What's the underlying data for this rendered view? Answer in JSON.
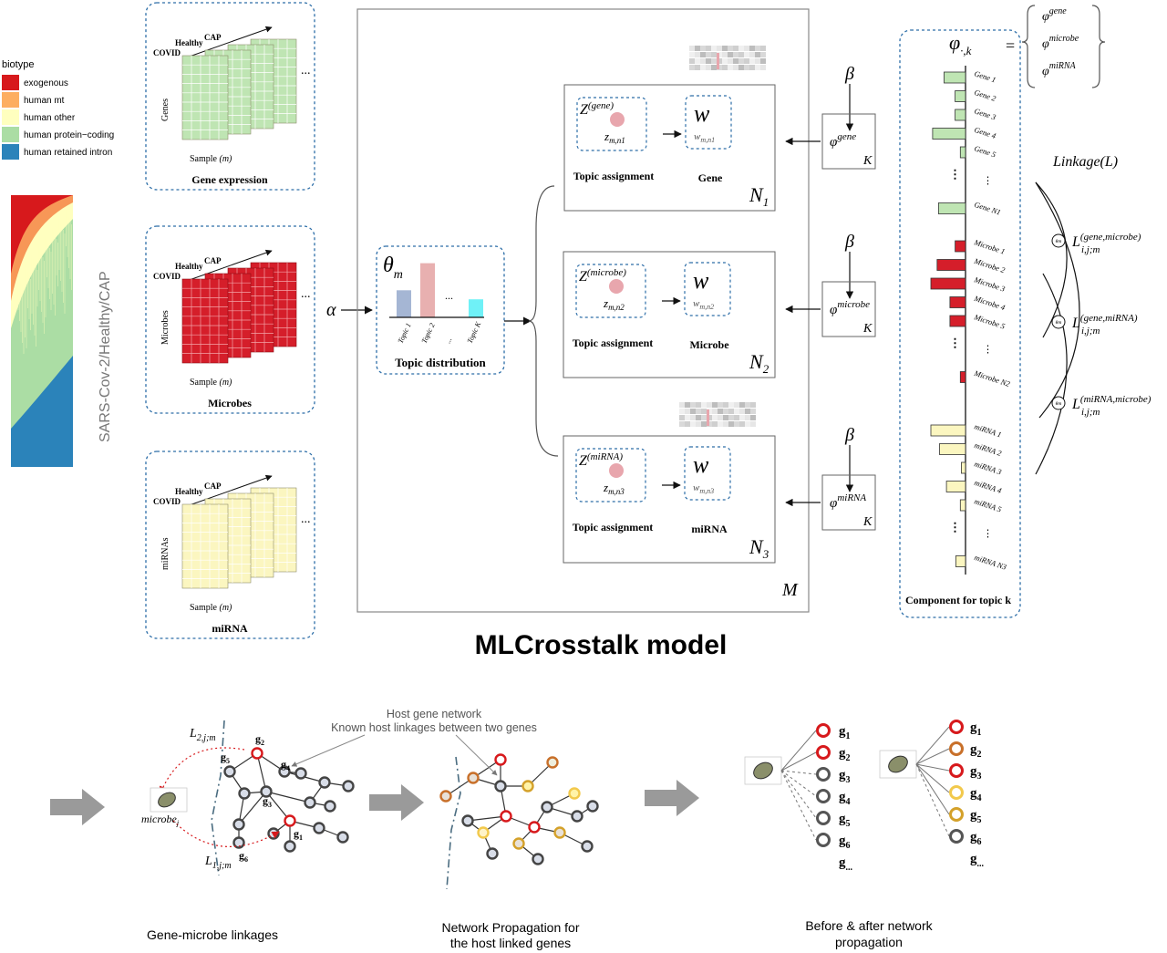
{
  "legend": {
    "title": "biotype",
    "items": [
      {
        "label": "exogenous",
        "color": "#d7191c"
      },
      {
        "label": "human mt",
        "color": "#fdae61"
      },
      {
        "label": "human other",
        "color": "#ffffbf"
      },
      {
        "label": "human protein−coding",
        "color": "#abdda4"
      },
      {
        "label": "human retained intron",
        "color": "#2b83ba"
      }
    ]
  },
  "stack_axis_label": "SARS-Cov-2/Healthy/CAP",
  "inputs": [
    {
      "title": "Gene expression",
      "ylabel": "Genes",
      "sample": "Sample",
      "sample_var": "(m)",
      "color": "#bfe5b3"
    },
    {
      "title": "Microbes",
      "ylabel": "Microbes",
      "sample": "Sample",
      "sample_var": "(m)",
      "color": "#d51e2a"
    },
    {
      "title": "miRNA",
      "ylabel": "miRNAs",
      "sample": "Sample",
      "sample_var": "(m)",
      "color": "#fbf6c0"
    }
  ],
  "sample_groups": [
    "COVID",
    "Healthy",
    "CAP"
  ],
  "ellipsis": "...",
  "alpha": "α",
  "beta": "β",
  "theta": {
    "symbol": "θ",
    "sub": "m"
  },
  "topic_distribution": {
    "title": "Topic distribution",
    "ticks": [
      "Topic 1",
      "Topic 2",
      "...",
      "Topic K"
    ],
    "dots": "...",
    "bars": [
      0.45,
      0.9,
      0.3
    ]
  },
  "plates": [
    {
      "latent": "gene",
      "z_sub": "m,n1",
      "w_sub": "m,n1",
      "assign_label": "Topic assignment",
      "word_label": "Gene",
      "N": "N",
      "N_sub": "1",
      "phi_sup": "gene",
      "K": "K"
    },
    {
      "latent": "microbe",
      "z_sub": "m,n2",
      "w_sub": "m,n2",
      "assign_label": "Topic assignment",
      "word_label": "Microbe",
      "N": "N",
      "N_sub": "2",
      "phi_sup": "microbe",
      "K": "K"
    },
    {
      "latent": "miRNA",
      "z_sub": "m,n3",
      "w_sub": "m,n3",
      "assign_label": "Topic assignment",
      "word_label": "miRNA",
      "N": "N",
      "N_sub": "3",
      "phi_sup": "miRNA",
      "K": "K"
    }
  ],
  "plate_M": "M",
  "component": {
    "title": "Component  for topic k",
    "phi_lhs": "φ",
    "phi_lhs_sub": "·,k",
    "equals": "=",
    "set": [
      "gene",
      "microbe",
      "miRNA"
    ],
    "groups": [
      {
        "color": "#bfe5b3",
        "labels": [
          "Gene 1",
          "Gene 2",
          "Gene 3",
          "Gene 4",
          "Gene 5",
          "Gene N1"
        ],
        "values": [
          0.62,
          0.3,
          0.3,
          0.95,
          0.15,
          0.78
        ]
      },
      {
        "color": "#d51e2a",
        "labels": [
          "Microbe 1",
          "Microbe 2",
          "Microbe 3",
          "Microbe 4",
          "Microbe 5",
          "Microbe N2"
        ],
        "values": [
          0.3,
          0.82,
          1.0,
          0.45,
          0.45,
          0.15
        ]
      },
      {
        "color": "#fbf6c0",
        "labels": [
          "miRNA 1",
          "miRNA 2",
          "miRNA 3",
          "miRNA 4",
          "miRNA 5",
          "miRNA N3"
        ],
        "values": [
          1.0,
          0.75,
          0.12,
          0.55,
          0.15,
          0.28
        ]
      }
    ]
  },
  "linkage": {
    "title": "Linkage(L)",
    "items": [
      {
        "sup": "(gene,microbe)",
        "sub": "i,j;m"
      },
      {
        "sup": "(gene,miRNA)",
        "sub": "i,j;m"
      },
      {
        "sup": "(miRNA,microbe)",
        "sub": "i,j;m"
      }
    ],
    "symbol": "L",
    "circle_label": "θm"
  },
  "model_title": "MLCrosstalk model",
  "network": {
    "callout_line1": "Host gene network",
    "callout_line2": "Known host linkages between two genes",
    "L2": "L",
    "L2_sub": "2,j;m",
    "L1": "L",
    "L1_sub": "1,j;m",
    "microbe_label": "microbe",
    "microbe_sub": "j",
    "nodes_labels": [
      "g2",
      "g4",
      "g5",
      "g3",
      "g1",
      "g6"
    ]
  },
  "gene_list": [
    "g1",
    "g2",
    "g3",
    "g4",
    "g5",
    "g6",
    "g..."
  ],
  "gene_list_before_colors": [
    "#d7191c",
    "#d7191c",
    "#555555",
    "#555555",
    "#555555",
    "#555555"
  ],
  "gene_list_after_colors": [
    "#d7191c",
    "#c8702a",
    "#d7191c",
    "#f2c94c",
    "#d4a12a",
    "#555555"
  ],
  "captions": {
    "step1": "Gene-microbe linkages",
    "step2_line1": "Network Propagation for",
    "step2_line2": "the host linked genes",
    "step3_line1": "Before & after network",
    "step3_line2": "propagation"
  }
}
